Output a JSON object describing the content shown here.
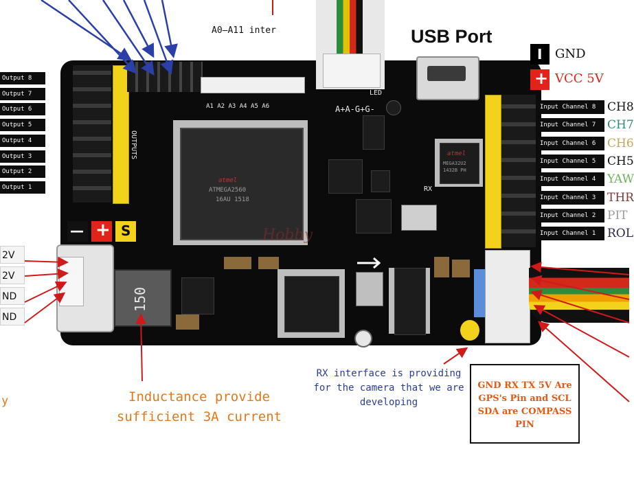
{
  "top": {
    "analog_label": "A0—A11 inter",
    "usb_label": "USB Port"
  },
  "power_legend": {
    "gnd_label": "GND",
    "vcc_label": "VCC 5V",
    "gnd_symbol": "I",
    "vcc_symbol": "+",
    "gnd_color": "#000000",
    "vcc_color": "#e2231a"
  },
  "servo_legend": {
    "minus_symbol": "—",
    "plus_symbol": "+",
    "signal_symbol": "S",
    "signal_color": "#f2d21a"
  },
  "outputs": [
    "Output 8",
    "Output 7",
    "Output 6",
    "Output 5",
    "Output 4",
    "Output 3",
    "Output 2",
    "Output 1"
  ],
  "inputs": [
    {
      "label": "Input Channel 8",
      "name": "CH8",
      "color": "#111111"
    },
    {
      "label": "Input Channel 7",
      "name": "CH7",
      "color": "#2f8a78"
    },
    {
      "label": "Input Channel 6",
      "name": "CH6",
      "color": "#c9a45a"
    },
    {
      "label": "Input Channel 5",
      "name": "CH5",
      "color": "#111111"
    },
    {
      "label": "Input Channel 4",
      "name": "YAW",
      "color": "#6fb05a"
    },
    {
      "label": "Input Channel 3",
      "name": "THR",
      "color": "#7a3a3a"
    },
    {
      "label": "Input Channel 2",
      "name": "PIT",
      "color": "#9a9a9a"
    },
    {
      "label": "Input Channel 1",
      "name": "ROL",
      "color": "#2a2a4a"
    }
  ],
  "power_pins": [
    "2V",
    "2V",
    "ND",
    "ND"
  ],
  "left_fragment": "y",
  "board": {
    "mcu_brand": "atmel",
    "mcu_model": "ATMEGA2560",
    "mcu_code": "16AU 1518",
    "usb_chip_brand": "atmel",
    "usb_chip_model": "MEGA32U2",
    "usb_chip_code": "1432B PH",
    "inductor_value": "150",
    "silk_outputs": "OUTPUTS",
    "silk_led": "LED",
    "silk_a_pins": "A+A-G+G-",
    "silk_rx": "RX",
    "silk_analog": "A1 A2 A3 A4 A5 A6",
    "watermark": "Hobby"
  },
  "annotations": {
    "inductance": "Inductance provide\nsufficient 3A current",
    "rx_interface": "RX interface is providing\nfor the camera that we are\ndeveloping",
    "gps_compass": "GND RX TX 5V Are\nGPS's Pin and SCL\nSDA are COMPASS\nPIN"
  }
}
